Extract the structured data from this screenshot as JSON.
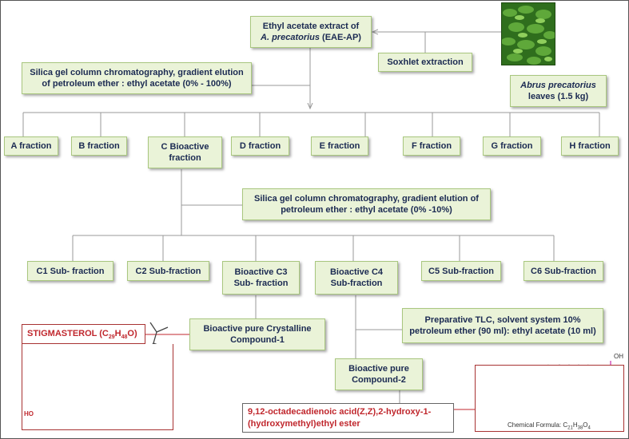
{
  "title_box": {
    "line1": "Ethyl acetate extract of",
    "line2_italic": "A. precatorius",
    "line2_rest": " (EAE-AP)"
  },
  "soxhlet": "Soxhlet extraction",
  "leaves": {
    "italic": "Abrus precatorius",
    "rest": "leaves (1.5 kg)"
  },
  "column1": {
    "line1": "Silica gel column chromatography, gradient elution",
    "line2": "of petroleum ether : ethyl acetate (0% - 100%)"
  },
  "fractions": [
    "A fraction",
    "B fraction",
    "C Bioactive fraction",
    "D fraction",
    "E fraction",
    "F fraction",
    "G fraction",
    "H fraction"
  ],
  "column2": {
    "line1": "Silica gel column chromatography, gradient elution of",
    "line2": "petroleum ether : ethyl acetate (0% -10%)"
  },
  "subfractions": [
    "C1 Sub- fraction",
    "C2 Sub-fraction",
    "Bioactive C3 Sub- fraction",
    "Bioactive C4 Sub-fraction",
    "C5 Sub-fraction",
    "C6 Sub-fraction"
  ],
  "compound1": {
    "line1": "Bioactive pure Crystalline",
    "line2": "Compound-1"
  },
  "tlc": {
    "line1": "Preparative TLC, solvent system 10%",
    "line2": "petroleum ether (90 ml): ethyl acetate (10 ml)"
  },
  "compound2": {
    "line1": "Bioactive pure",
    "line2": "Compound-2"
  },
  "stigmasterol": {
    "name": "STIGMASTEROL (C",
    "sub1": "29",
    "mid": "H",
    "sub2": "48",
    "end": "O)"
  },
  "ester_name": {
    "line1": "9,12-octadecadienoic acid(Z,Z),2-hydroxy-1-",
    "line2": "(hydroxymethyl)ethyl ester"
  },
  "chem_formula": {
    "label": "Chemical Formula: C",
    "sub1": "21",
    "mid": "H",
    "sub2": "38",
    "end": "O",
    "sub3": "4"
  },
  "mol_labels": {
    "ho": "HO",
    "oh": "OH"
  },
  "colors": {
    "box_fill": "#eaf3d8",
    "box_border": "#a9c77f",
    "text": "#1b2a52",
    "red": "#c0272d"
  }
}
